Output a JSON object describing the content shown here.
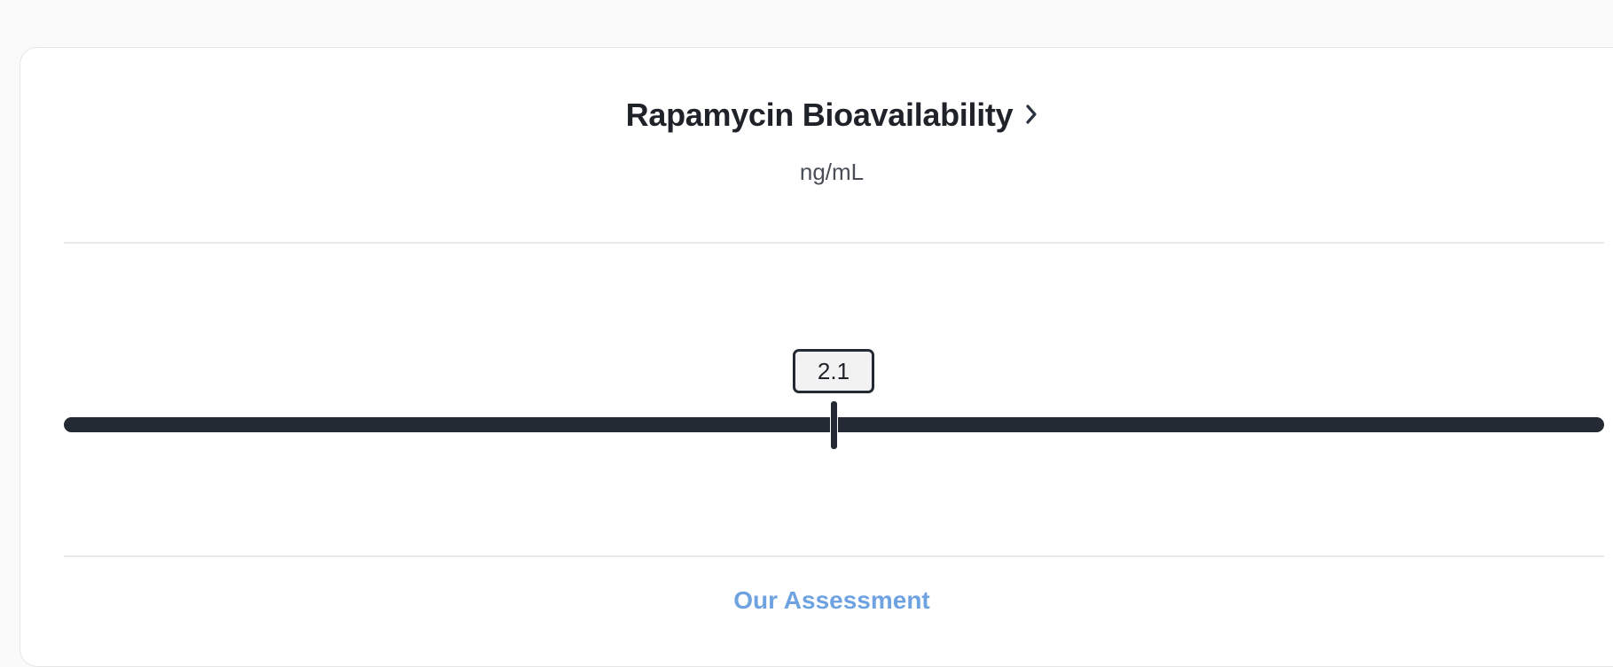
{
  "card": {
    "title": "Rapamycin Bioavailability",
    "title_icon": "chevron-right-icon",
    "unit": "ng/mL"
  },
  "gauge": {
    "value_label": "2.1",
    "position_fraction": 0.5,
    "track_color": "#232a33"
  },
  "footer": {
    "link_label": "Our Assessment",
    "link_color": "#6ea2e0"
  }
}
